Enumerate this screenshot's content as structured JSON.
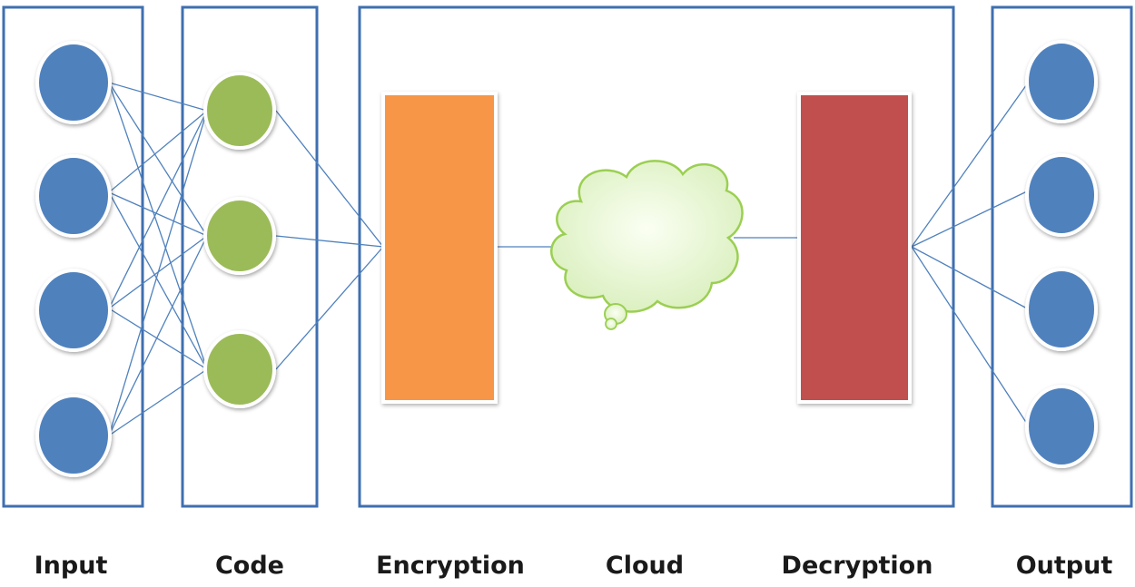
{
  "stages": {
    "input": "Input",
    "code": "Code",
    "encryption": "Encryption",
    "cloud": "Cloud",
    "decryption": "Decryption",
    "output": "Output"
  },
  "nodes": {
    "input_count": 4,
    "code_count": 3,
    "output_count": 4
  },
  "colors": {
    "frame": "#3f6fb0",
    "node_blue": "#4f81bd",
    "node_green": "#9bbb59",
    "encryption_block": "#f79646",
    "decryption_block": "#c0504d",
    "cloud_fill": "#e9f5d6",
    "cloud_stroke": "#9bcf52",
    "connector": "#4f81bd"
  }
}
